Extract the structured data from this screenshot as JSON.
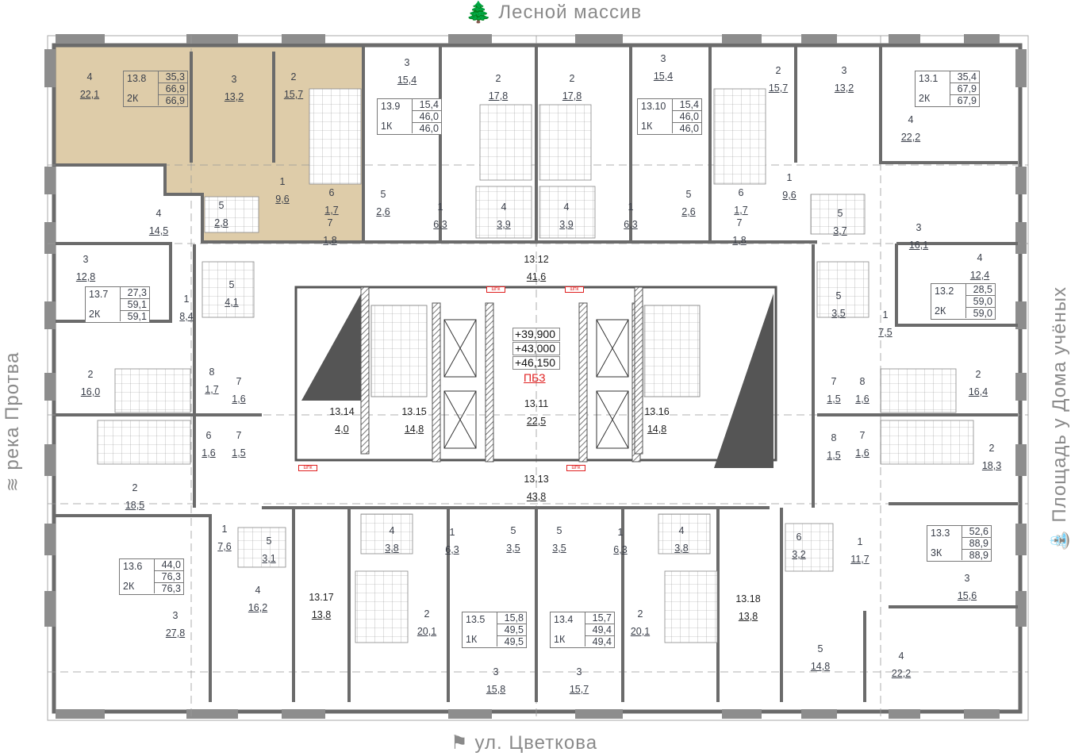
{
  "compass": {
    "north": "Лесной массив",
    "south": "ул. Цветкова",
    "west": "река Протва",
    "east": "Площадь у Дома учёных"
  },
  "core": {
    "elevations": [
      "+39,900",
      "+43,000",
      "+46,150"
    ],
    "pbz_label": "ПБЗ",
    "shpk_label": "ШПК"
  },
  "colors": {
    "selected_apartment": "#d8c39a",
    "wall": "#6b6b6b",
    "pbz": "#e02020"
  },
  "apartments": [
    {
      "id": "13.8",
      "type": "2К",
      "living": "35,3",
      "total": "66,9",
      "total2": "66,9",
      "selected": true
    },
    {
      "id": "13.9",
      "type": "1К",
      "living": "15,4",
      "total": "46,0",
      "total2": "46,0"
    },
    {
      "id": "13.10",
      "type": "1К",
      "living": "15,4",
      "total": "46,0",
      "total2": "46,0"
    },
    {
      "id": "13.1",
      "type": "2К",
      "living": "35,4",
      "total": "67,9",
      "total2": "67,9"
    },
    {
      "id": "13.7",
      "type": "2К",
      "living": "27,3",
      "total": "59,1",
      "total2": "59,1"
    },
    {
      "id": "13.2",
      "type": "2К",
      "living": "28,5",
      "total": "59,0",
      "total2": "59,0"
    },
    {
      "id": "13.6",
      "type": "2К",
      "living": "44,0",
      "total": "76,3",
      "total2": "76,3"
    },
    {
      "id": "13.5",
      "type": "1К",
      "living": "15,8",
      "total": "49,5",
      "total2": "49,5"
    },
    {
      "id": "13.4",
      "type": "1К",
      "living": "15,7",
      "total": "49,4",
      "total2": "49,4"
    },
    {
      "id": "13.3",
      "type": "3К",
      "living": "52,6",
      "total": "88,9",
      "total2": "88,9"
    }
  ],
  "rooms": [
    {
      "n": "4",
      "a": "22,1"
    },
    {
      "n": "3",
      "a": "13,2"
    },
    {
      "n": "2",
      "a": "15,7"
    },
    {
      "n": "1",
      "a": "9,6"
    },
    {
      "n": "5",
      "a": "2,8"
    },
    {
      "n": "6",
      "a": "1,7"
    },
    {
      "n": "7",
      "a": "1,8"
    },
    {
      "n": "4",
      "a": "14,5"
    },
    {
      "n": "3",
      "a": "15,4"
    },
    {
      "n": "2",
      "a": "17,8"
    },
    {
      "n": "2",
      "a": "17,8"
    },
    {
      "n": "3",
      "a": "15,4"
    },
    {
      "n": "2",
      "a": "15,7"
    },
    {
      "n": "3",
      "a": "13,2"
    },
    {
      "n": "4",
      "a": "22,2"
    },
    {
      "n": "5",
      "a": "2,6"
    },
    {
      "n": "1",
      "a": "6,3"
    },
    {
      "n": "4",
      "a": "3,9"
    },
    {
      "n": "4",
      "a": "3,9"
    },
    {
      "n": "1",
      "a": "6,3"
    },
    {
      "n": "5",
      "a": "2,6"
    },
    {
      "n": "6",
      "a": "1,7"
    },
    {
      "n": "7",
      "a": "1,8"
    },
    {
      "n": "1",
      "a": "9,6"
    },
    {
      "n": "5",
      "a": "3,7"
    },
    {
      "n": "3",
      "a": "16,1"
    },
    {
      "n": "13.12",
      "a": "41,6"
    },
    {
      "n": "3",
      "a": "12,8"
    },
    {
      "n": "5",
      "a": "4,1"
    },
    {
      "n": "1",
      "a": "8,4"
    },
    {
      "n": "4",
      "a": "12,4"
    },
    {
      "n": "5",
      "a": "3,5"
    },
    {
      "n": "1",
      "a": "7,5"
    },
    {
      "n": "2",
      "a": "16,0"
    },
    {
      "n": "8",
      "a": "1,7"
    },
    {
      "n": "7",
      "a": "1,6"
    },
    {
      "n": "2",
      "a": "16,4"
    },
    {
      "n": "7",
      "a": "1,5"
    },
    {
      "n": "8",
      "a": "1,6"
    },
    {
      "n": "13.14",
      "a": "4,0"
    },
    {
      "n": "13.15",
      "a": "14,8"
    },
    {
      "n": "13.11",
      "a": "22,5"
    },
    {
      "n": "13.16",
      "a": "14,8"
    },
    {
      "n": "6",
      "a": "1,6"
    },
    {
      "n": "7",
      "a": "1,5"
    },
    {
      "n": "8",
      "a": "1,5"
    },
    {
      "n": "7",
      "a": "1,6"
    },
    {
      "n": "2",
      "a": "18,3"
    },
    {
      "n": "2",
      "a": "18,5"
    },
    {
      "n": "13.13",
      "a": "43,8"
    },
    {
      "n": "1",
      "a": "7,6"
    },
    {
      "n": "5",
      "a": "3,1"
    },
    {
      "n": "4",
      "a": "3,8"
    },
    {
      "n": "1",
      "a": "6,3"
    },
    {
      "n": "5",
      "a": "3,5"
    },
    {
      "n": "5",
      "a": "3,5"
    },
    {
      "n": "1",
      "a": "6,3"
    },
    {
      "n": "4",
      "a": "3,8"
    },
    {
      "n": "6",
      "a": "3,2"
    },
    {
      "n": "1",
      "a": "11,7"
    },
    {
      "n": "4",
      "a": "16,2"
    },
    {
      "n": "13.17",
      "a": "13,8"
    },
    {
      "n": "2",
      "a": "20,1"
    },
    {
      "n": "2",
      "a": "20,1"
    },
    {
      "n": "13.18",
      "a": "13,8"
    },
    {
      "n": "3",
      "a": "15,6"
    },
    {
      "n": "3",
      "a": "27,8"
    },
    {
      "n": "5",
      "a": "14,8"
    },
    {
      "n": "4",
      "a": "22,2"
    },
    {
      "n": "3",
      "a": "15,8"
    },
    {
      "n": "3",
      "a": "15,7"
    }
  ]
}
